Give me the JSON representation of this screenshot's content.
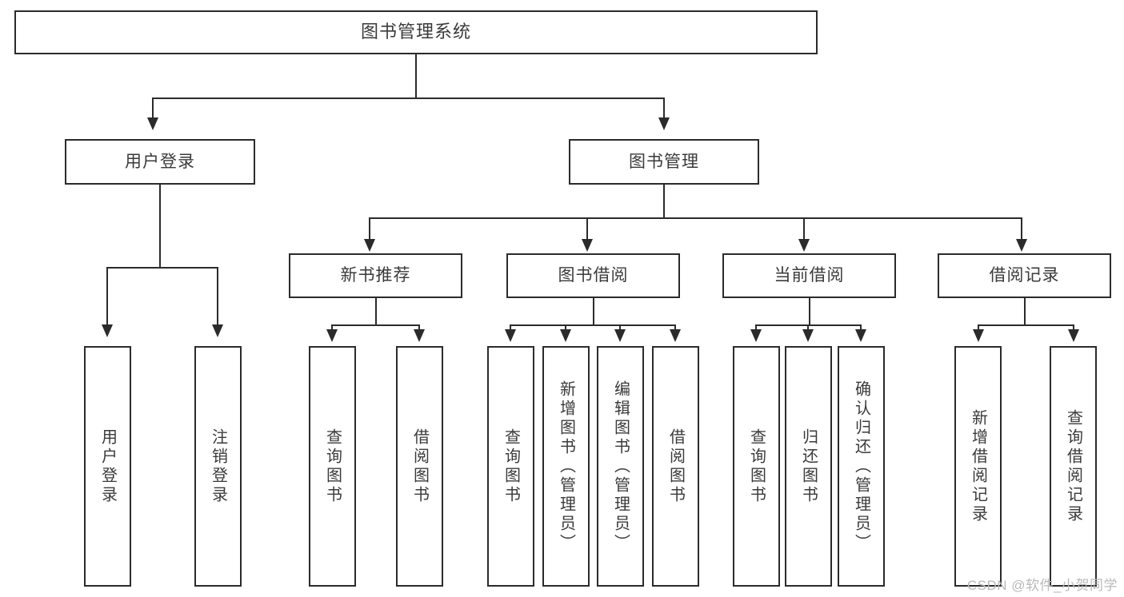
{
  "diagram": {
    "title": "图书管理系统",
    "watermark": "CSDN @软件_小贺同学",
    "root": {
      "label": "图书管理系统"
    },
    "level2": [
      {
        "key": "user_login",
        "label": "用户登录"
      },
      {
        "key": "book_manage",
        "label": "图书管理"
      }
    ],
    "level3": [
      {
        "key": "new_book_rec",
        "label": "新书推荐"
      },
      {
        "key": "book_borrow",
        "label": "图书借阅"
      },
      {
        "key": "current_borrow",
        "label": "当前借阅"
      },
      {
        "key": "borrow_record",
        "label": "借阅记录"
      }
    ],
    "leaves": {
      "user_login": [
        {
          "key": "login",
          "label": "用户登录"
        },
        {
          "key": "logout",
          "label": "注销登录"
        }
      ],
      "new_book_rec": [
        {
          "key": "query_book_1",
          "label": "查询图书"
        },
        {
          "key": "borrow_book_1",
          "label": "借阅图书"
        }
      ],
      "book_borrow": [
        {
          "key": "query_book_2",
          "label": "查询图书"
        },
        {
          "key": "add_book",
          "label": "新增图书（管理员）"
        },
        {
          "key": "edit_book",
          "label": "编辑图书（管理员）"
        },
        {
          "key": "borrow_book_2",
          "label": "借阅图书"
        }
      ],
      "current_borrow": [
        {
          "key": "query_book_3",
          "label": "查询图书"
        },
        {
          "key": "return_book",
          "label": "归还图书"
        },
        {
          "key": "confirm_return",
          "label": "确认归还（管理员）"
        }
      ],
      "borrow_record": [
        {
          "key": "add_record",
          "label": "新增借阅记录"
        },
        {
          "key": "query_record",
          "label": "查询借阅记录"
        }
      ]
    },
    "colors": {
      "stroke": "#2b2b2b",
      "text": "#3a3a3a",
      "background": "#ffffff",
      "watermark": "#b9b9b9"
    }
  }
}
